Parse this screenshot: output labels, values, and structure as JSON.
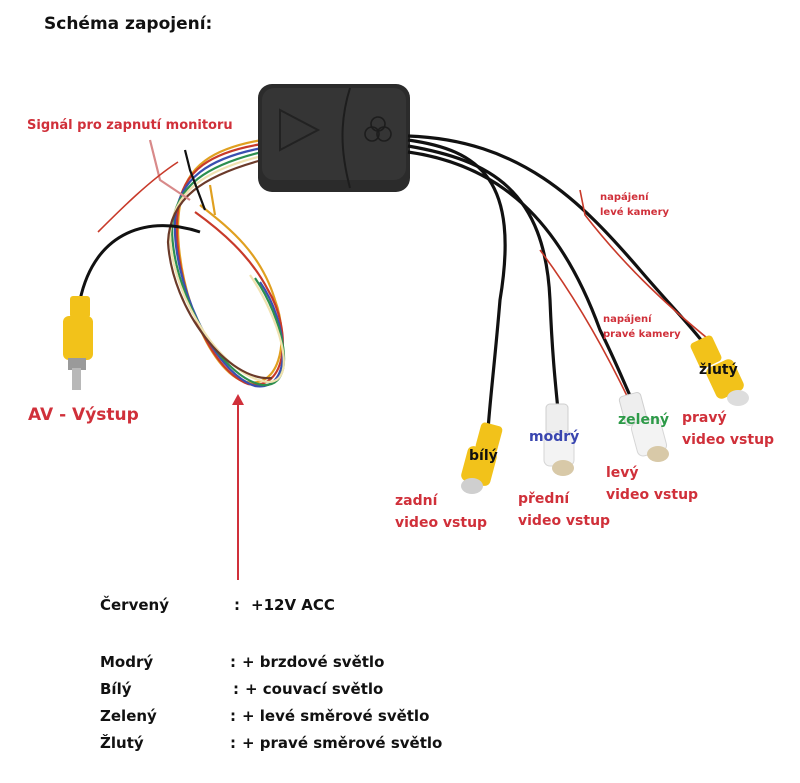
{
  "title": "Schéma zapojení:",
  "labels": {
    "signal": "Signál pro zapnutí monitoru",
    "av_output": "AV - Výstup",
    "power_left_line1": "napájení",
    "power_left_line2": "levé kamery",
    "power_right_line1": "napájení",
    "power_right_line2": "pravé kamery"
  },
  "connectors": [
    {
      "color_name": "bílý",
      "input_line1": "zadní",
      "input_line2": "video vstup",
      "plug_color": "#f2c21a"
    },
    {
      "color_name": "modrý",
      "input_line1": "přední",
      "input_line2": "video vstup",
      "plug_color": "#f1f1f1"
    },
    {
      "color_name": "zelený",
      "input_line1": "levý",
      "input_line2": "video vstup",
      "plug_color": "#f1f1f1"
    },
    {
      "color_name": "žlutý",
      "input_line1": "pravý",
      "input_line2": "video vstup",
      "plug_color": "#f2c21a"
    }
  ],
  "legend": [
    {
      "wire": "Červený",
      "sep": ":",
      "meaning": "+12V ACC"
    },
    {
      "wire": "Modrý",
      "sep": ":",
      "meaning": "+ brzdové světlo"
    },
    {
      "wire": "Bílý",
      "sep": ":",
      "meaning": "+ couvací světlo"
    },
    {
      "wire": "Zelený",
      "sep": ":",
      "meaning": "+ levé směrové světlo"
    },
    {
      "wire": "Žlutý",
      "sep": ":",
      "meaning": "+ pravé směrové světlo"
    }
  ],
  "colors": {
    "annotation_red": "#d0303a",
    "blue_label": "#3a46b0",
    "green_label": "#2d9a48",
    "box_body": "#2a2a2a",
    "plug_yellow": "#f2c21a"
  }
}
